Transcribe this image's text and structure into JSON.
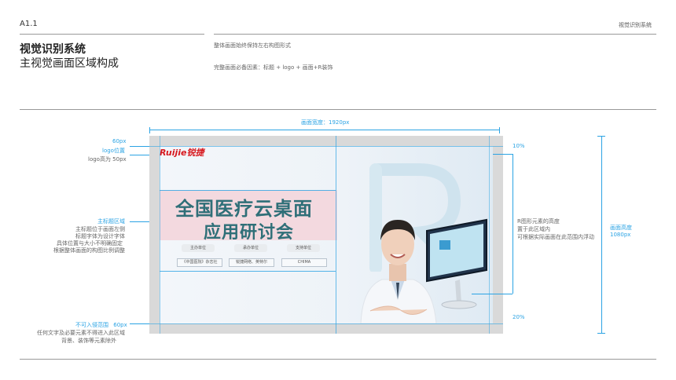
{
  "header": {
    "code": "A1.1",
    "section": "视觉识别系统",
    "title_main": "视觉识别系统",
    "title_sub": "主视觉画面区域构成",
    "note1": "整体画面始终保持左右构图形式",
    "note2": "完整画面必备因素：标题 + logo + 画面+R装饰"
  },
  "annotations": {
    "width_label": "画面宽度：1920px",
    "left_60": "60px",
    "logo_pos": "logo位置",
    "logo_height": "logo高为 50px",
    "title_zone": "主标题区域",
    "title_desc": [
      "主标题位于画面左侧",
      "标题字体为设计字体",
      "具体位置与大小不明确固定",
      "根据整体画面的构图比例调整"
    ],
    "forbidden": "不可入侵范围",
    "forbidden_px": "60px",
    "forbidden_desc": [
      "任何文字及必要元素不得进入此区域",
      "背景、装饰等元素除外"
    ],
    "pct_top": "10%",
    "pct_bottom": "20%",
    "r_desc": [
      "R图形元素的高度",
      "置于此区域内",
      "可根据实际画面在此范围内浮动"
    ],
    "height_label": "画面高度",
    "height_value": "1080px"
  },
  "poster": {
    "brand": "Ruijie锐捷",
    "headline1": "全国医疗云桌面",
    "headline2": "应用研讨会",
    "org_labels": [
      "主办单位",
      "承办单位",
      "支持单位"
    ],
    "org_values": [
      "《中国医院》杂志社",
      "锐捷网络、英特尔",
      "CHIMA"
    ]
  },
  "colors": {
    "accent": "#2ba3e4",
    "headline": "#2f6f78",
    "brand": "#d7191f"
  }
}
